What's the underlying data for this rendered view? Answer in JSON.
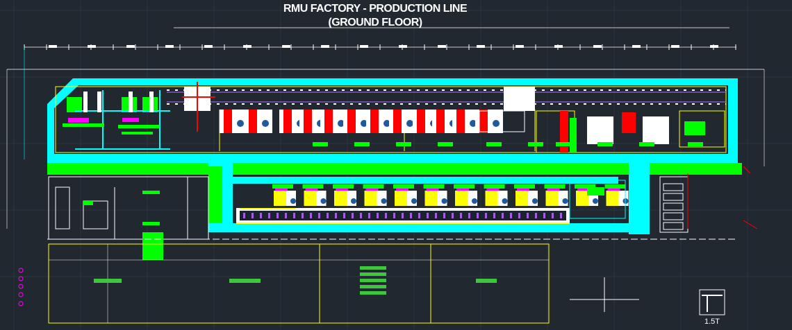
{
  "drawing": {
    "title_line1": "RMU FACTORY - PRODUCTION LINE",
    "title_line2": "(GROUND FLOOR)",
    "crane_capacity": "1.5T"
  },
  "colors": {
    "background": "#212830",
    "wall": "#00ffff",
    "floor_band": "#00ff00",
    "equipment": "#ff0000",
    "workstation": "#ffff00",
    "marker": "#ff00ff",
    "line": "#ffffff"
  }
}
